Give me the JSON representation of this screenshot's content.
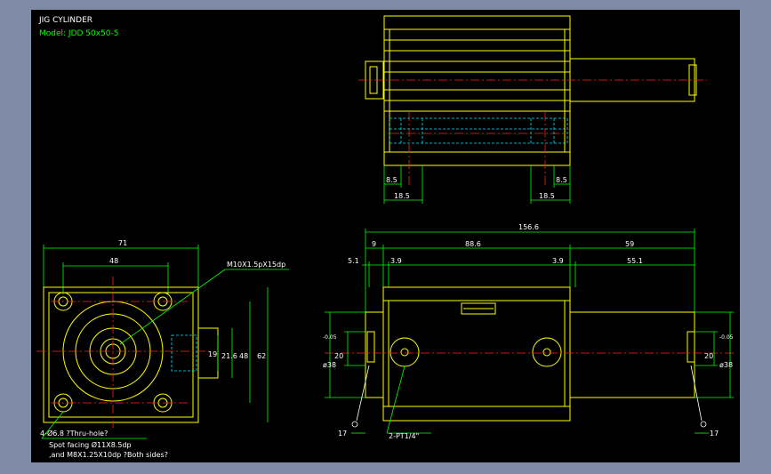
{
  "title": {
    "line1": "JIG CYLINDER",
    "line2": "Model: JDD 50x50-5"
  },
  "colors": {
    "outline": "#ffff00",
    "dimension": "#00ff00",
    "center_line": "#ff2020",
    "hidden_line": "#00e5ff",
    "text": "#ffffff",
    "background": "#000000",
    "frame": "#7f8aa6"
  },
  "dims": {
    "top_left_hole": "8.5",
    "top_right_hole": "8.5",
    "top_left_width": "18.5",
    "top_right_width": "18.5",
    "total_length": "156.6",
    "seg_9": "9",
    "seg_88_6": "88.6",
    "seg_59": "59",
    "seg_5_1": "5.1",
    "seg_3_9_left": "3.9",
    "seg_3_9_right": "3.9",
    "seg_55_1": "55.1",
    "left_dia_20": "20",
    "left_dia_38": "ø38",
    "left_tol": "-0.05",
    "right_dia_20": "20",
    "right_dia_38": "ø38",
    "right_tol": "-0.05",
    "left_17": "17",
    "right_17": "17",
    "port": "2-PT1/4\"",
    "side_71": "71",
    "side_48": "48",
    "side_19": "19",
    "side_21_6": "21.6",
    "side_48_v": "48",
    "side_62": "62",
    "thread_note": "M10X1.5pX15dp",
    "hole_note_1": "4-Ø6.8 ?Thru-hole?",
    "hole_note_2": "Spot facing  Ø11X8.5dp",
    "hole_note_3": ",and M8X1.25X10dp ?Both sides?"
  }
}
